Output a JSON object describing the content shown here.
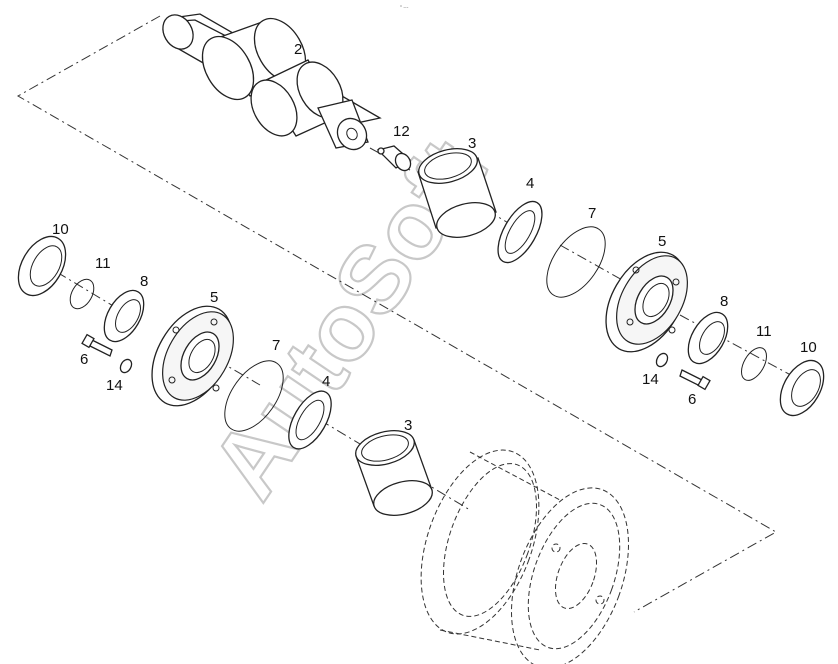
{
  "watermark": "AutoSoft",
  "corner_mark": "° ---",
  "callouts": [
    {
      "id": "2",
      "text": "2"
    },
    {
      "id": "12",
      "text": "12"
    },
    {
      "id": "3-upper",
      "text": "3"
    },
    {
      "id": "4-upper",
      "text": "4"
    },
    {
      "id": "7-upper",
      "text": "7"
    },
    {
      "id": "5-right",
      "text": "5"
    },
    {
      "id": "8-right",
      "text": "8"
    },
    {
      "id": "11-right",
      "text": "11"
    },
    {
      "id": "10-right",
      "text": "10"
    },
    {
      "id": "14-right",
      "text": "14"
    },
    {
      "id": "6-right",
      "text": "6"
    },
    {
      "id": "10-left",
      "text": "10"
    },
    {
      "id": "11-left",
      "text": "11"
    },
    {
      "id": "8-left",
      "text": "8"
    },
    {
      "id": "5-left",
      "text": "5"
    },
    {
      "id": "6-left",
      "text": "6"
    },
    {
      "id": "14-left",
      "text": "14"
    },
    {
      "id": "7-lower",
      "text": "7"
    },
    {
      "id": "4-lower",
      "text": "4"
    },
    {
      "id": "3-lower",
      "text": "3"
    }
  ]
}
